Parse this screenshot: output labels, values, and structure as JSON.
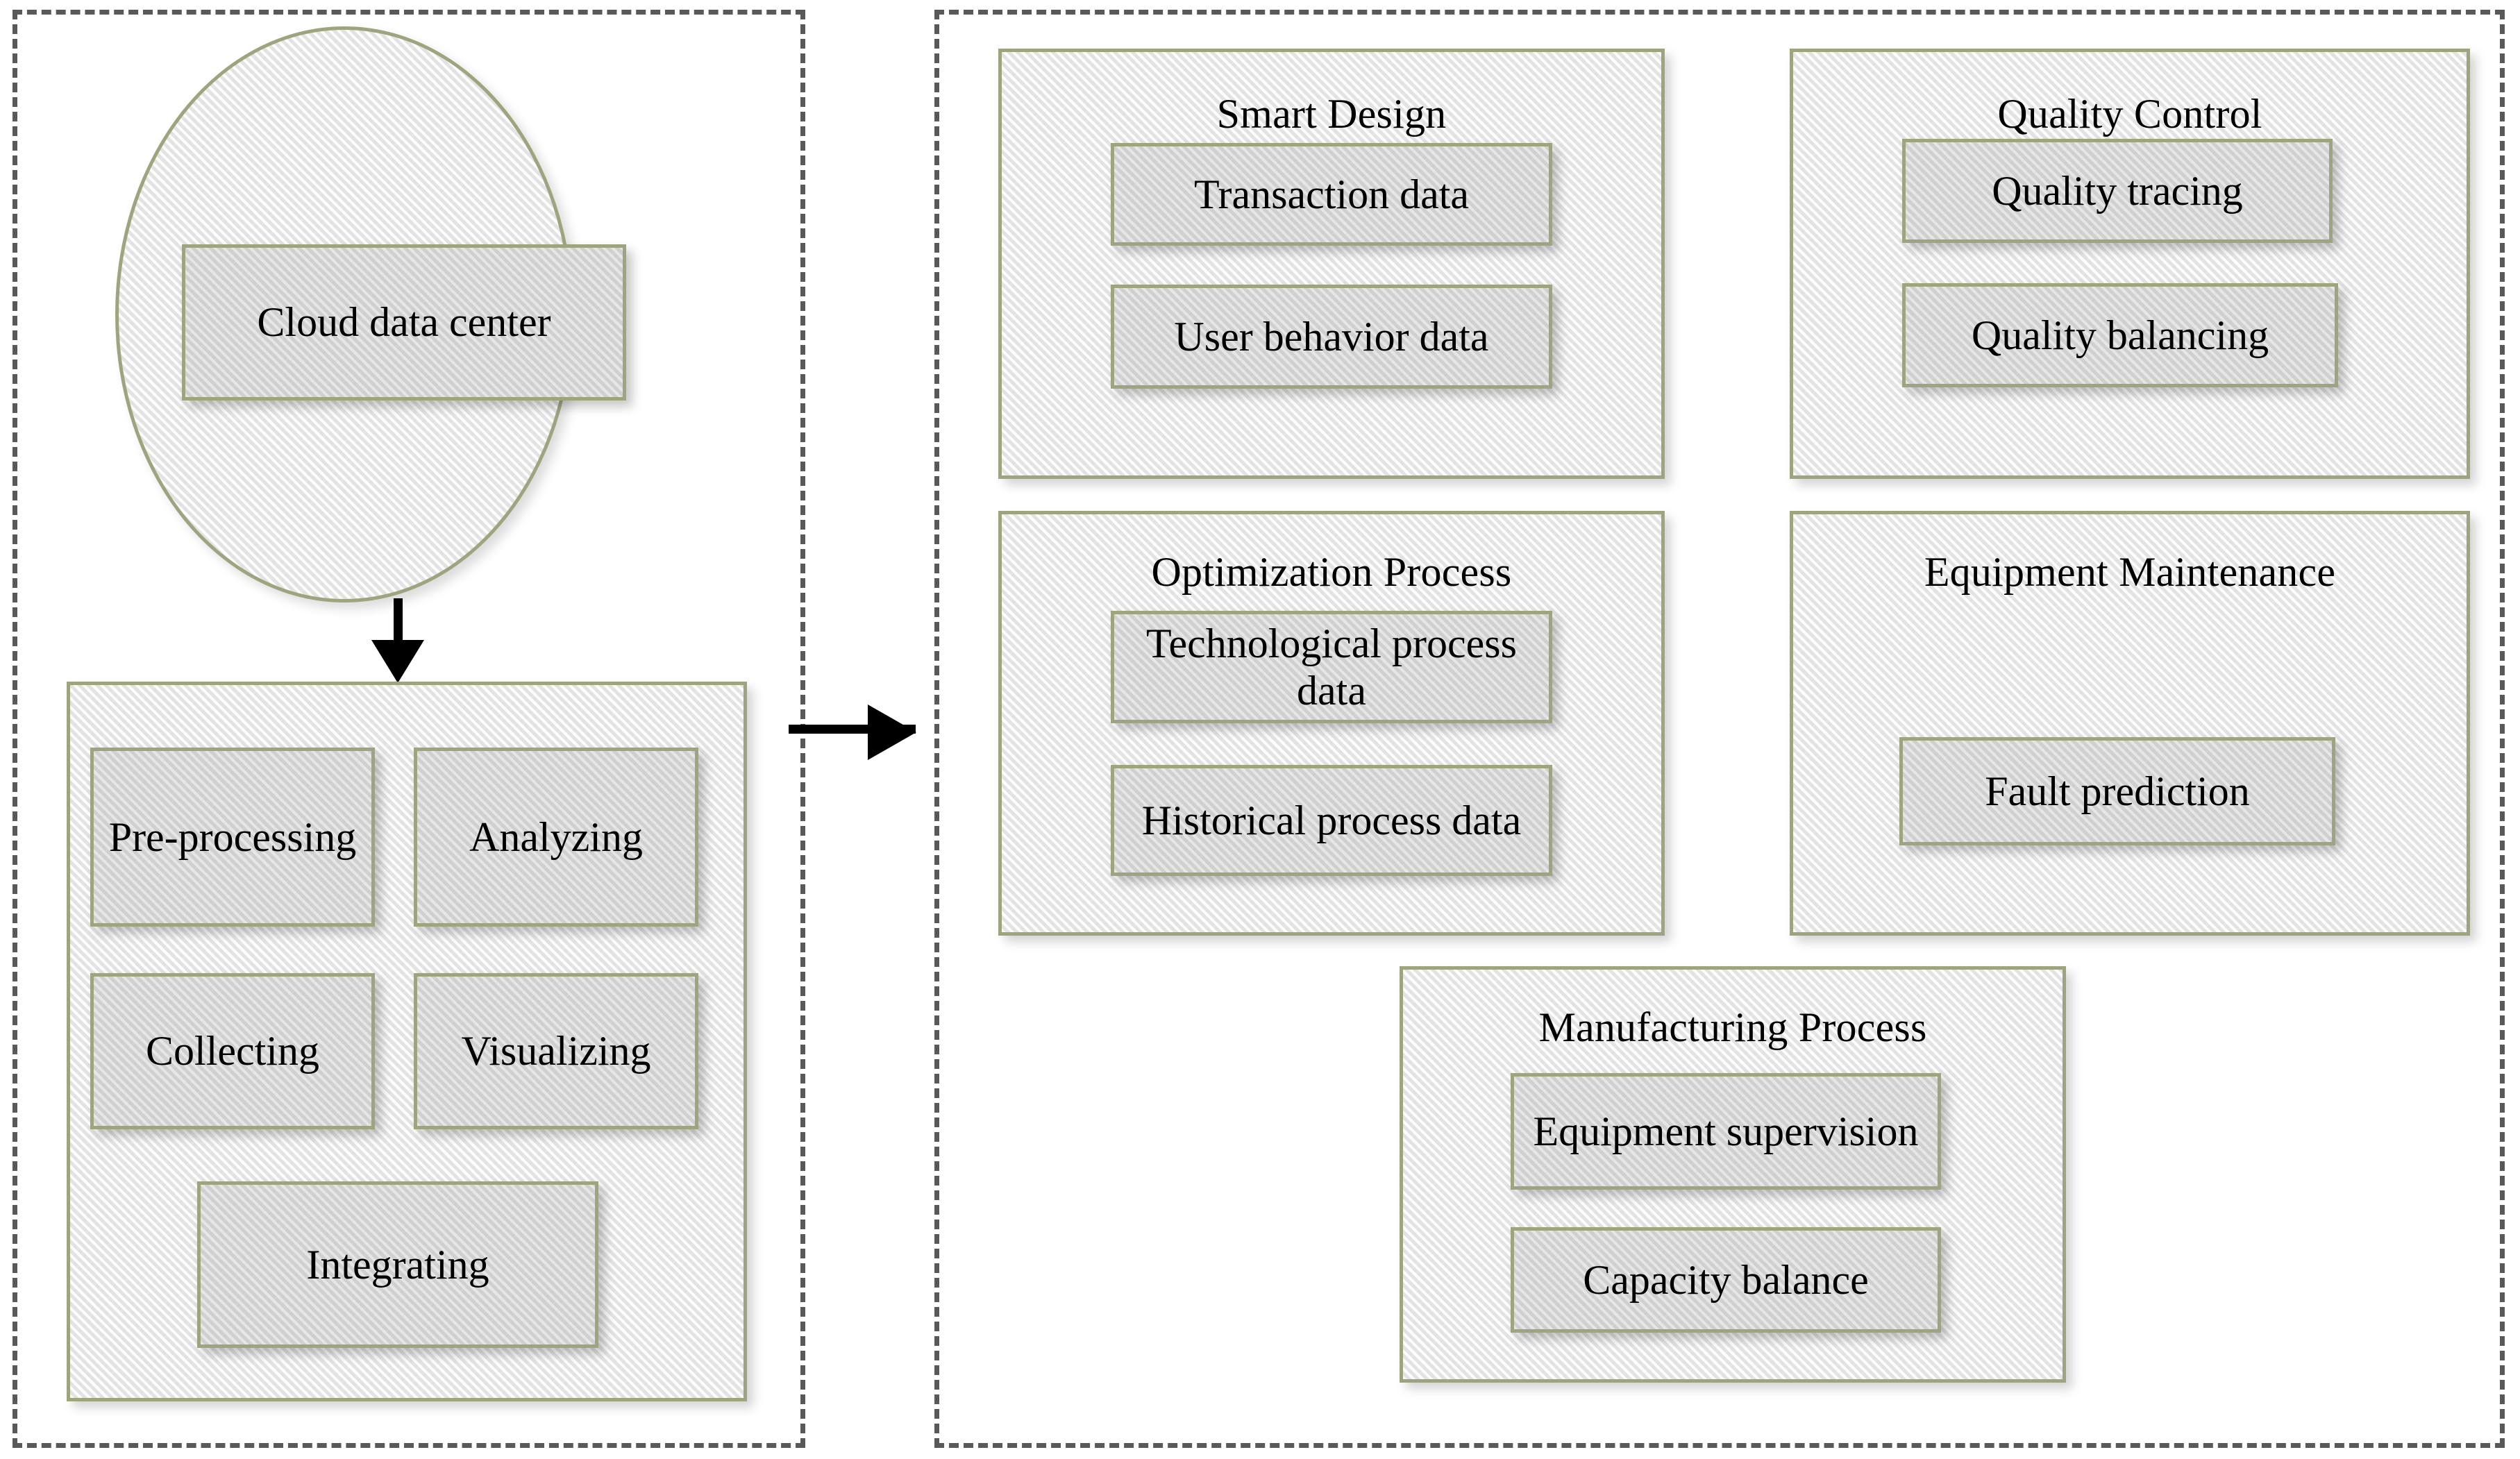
{
  "diagram": {
    "left_panel": {
      "cloud": {
        "label": "Cloud data center"
      },
      "data_container": {
        "items": [
          {
            "label": "Pre-processing"
          },
          {
            "label": "Analyzing"
          },
          {
            "label": "Collecting"
          },
          {
            "label": "Visualizing"
          },
          {
            "label": "Integrating"
          }
        ]
      }
    },
    "right_panel": {
      "groups": [
        {
          "title": "Smart Design",
          "items": [
            {
              "label": "Transaction data"
            },
            {
              "label": "User behavior data"
            }
          ]
        },
        {
          "title": "Quality Control",
          "items": [
            {
              "label": "Quality tracing"
            },
            {
              "label": "Quality balancing"
            }
          ]
        },
        {
          "title": "Optimization Process",
          "items": [
            {
              "label": "Technological process data"
            },
            {
              "label": "Historical process data"
            }
          ]
        },
        {
          "title": "Equipment Maintenance",
          "items": [
            {
              "label": "Fault prediction"
            }
          ]
        },
        {
          "title": "Manufacturing Process",
          "items": [
            {
              "label": "Equipment supervision"
            },
            {
              "label": "Capacity balance"
            }
          ]
        }
      ]
    },
    "connectors": [
      {
        "name": "cloud-to-data",
        "direction": "down"
      },
      {
        "name": "data-to-applications",
        "direction": "right"
      }
    ],
    "colors": {
      "box_border": "#9DA57E",
      "panel_border": "#595959",
      "container_fill": "#F2F2F2",
      "item_fill": "#D9D9D9",
      "text": "#000000",
      "arrow": "#000000"
    }
  }
}
